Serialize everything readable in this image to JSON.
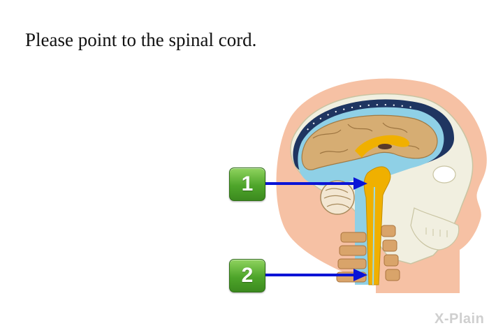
{
  "question": {
    "text": "Please point to the spinal cord."
  },
  "answers": [
    {
      "label": "1"
    },
    {
      "label": "2"
    }
  ],
  "logo": {
    "text": "X-Plain"
  },
  "colors": {
    "button": "#4ea52a",
    "arrow": "#0a14d6",
    "cord": "#f0b000"
  }
}
